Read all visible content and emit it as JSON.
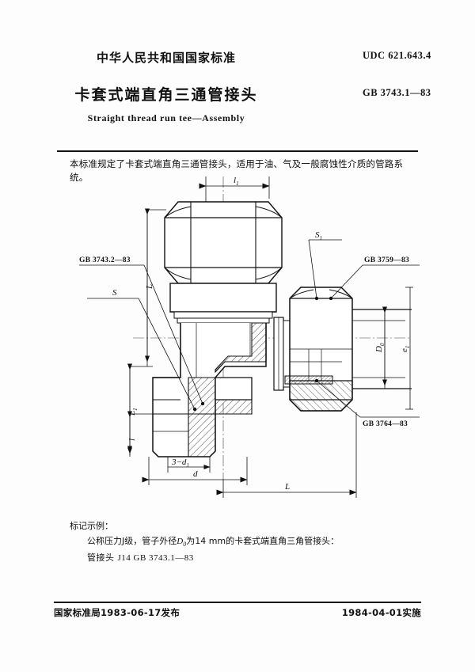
{
  "header": {
    "national_standard": "中华人民共和国国家标准",
    "title": "卡套式端直角三通管接头",
    "subtitle": "Straight thread run tee—Assembly",
    "udc": "UDC  621.643.4",
    "gb_number": "GB  3743.1—83"
  },
  "scope": {
    "text": "本标准规定了卡套式端直角三通管接头，适用于油、气及一般腐蚀性介质的管路系统。"
  },
  "drawing": {
    "callouts": {
      "left_upper": "GB  3743.2—83",
      "left_lower": "S",
      "right_upper": "S",
      "right_upper_sub": "1",
      "right_mid": "GB  3759—83",
      "right_lower": "GB  3764—83"
    },
    "dimensions": {
      "top": "l",
      "top_sub": "1",
      "left_L": "L",
      "left_L1": "L",
      "left_L1_sub": "1",
      "left_l": "l",
      "bottom_holes": "3−d",
      "bottom_holes_sub": "1",
      "bottom_d": "d",
      "bottom_L": "L",
      "right_D0": "D",
      "right_D0_sub": "0",
      "right_e1": "e",
      "right_e1_sub": "1"
    }
  },
  "example": {
    "heading": "标记示例：",
    "line1_a": "公称压力J级，管子外径",
    "line1_sym": "D",
    "line1_sym_sub": "0",
    "line1_b": "为14 mm的卡套式端直角三角管接头：",
    "line2_label": "管接头",
    "line2_code": "J14   GB   3743.1—83"
  },
  "footer": {
    "issue": "国家标准局1983-06-17发布",
    "effective": "1984-04-01实施"
  },
  "colors": {
    "ink": "#111111",
    "paper": "#fdfdfd"
  }
}
